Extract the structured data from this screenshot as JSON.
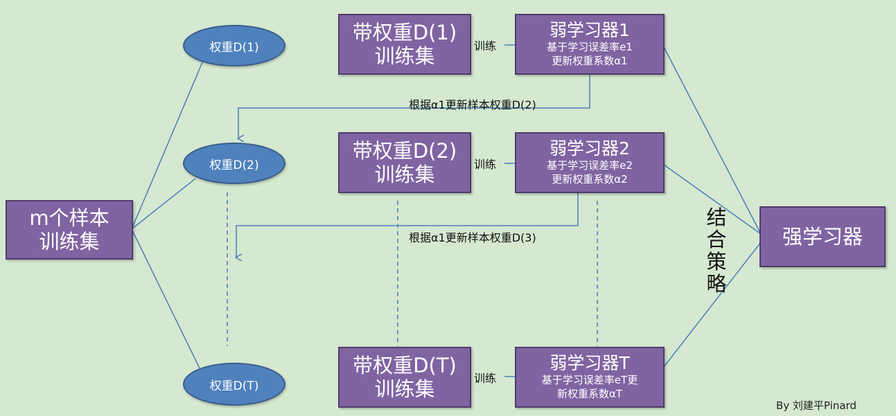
{
  "sample_set": {
    "line1": "m个样本",
    "line2": "训练集"
  },
  "weights": [
    {
      "label": "权重D(1)"
    },
    {
      "label": "权重D(2)"
    },
    {
      "label": "权重D(T)"
    }
  ],
  "weighted_sets": [
    {
      "line1": "带权重D(1)",
      "line2": "训练集"
    },
    {
      "line1": "带权重D(2)",
      "line2": "训练集"
    },
    {
      "line1": "带权重D(T)",
      "line2": "训练集"
    }
  ],
  "train_labels": [
    "训练",
    "训练",
    "训练"
  ],
  "weak_learners": [
    {
      "title": "弱学习器1",
      "line1": "基于学习误差率e1",
      "line2": "更新权重系数α1"
    },
    {
      "title": "弱学习器2",
      "line1": "基于学习误差率e2",
      "line2": "更新权重系数α2"
    },
    {
      "title": "弱学习器T",
      "line1": "基于学习误差率eT更",
      "line2": "新权重系数αT"
    }
  ],
  "update_labels": [
    "根据α1更新样本权重D(2)",
    "根据α1更新样本权重D(3)"
  ],
  "strategy_label": "结合策略",
  "strong_learner": "强学习器",
  "credit": "By 刘建平Pinard",
  "colors": {
    "background": "#d5e8d0",
    "box_fill": "#8064a2",
    "ellipse_fill": "#4f81bd",
    "line": "#4a7ebb"
  }
}
